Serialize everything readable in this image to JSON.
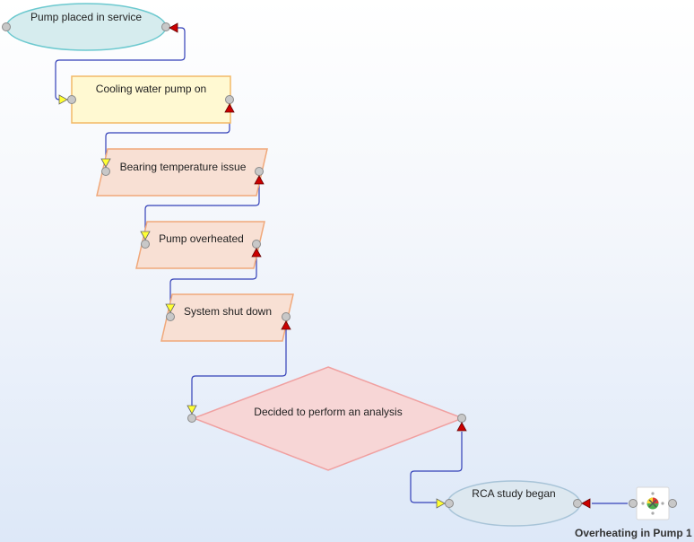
{
  "diagram": {
    "nodes": [
      {
        "id": "n1",
        "label": "Pump placed in service",
        "shape": "ellipse"
      },
      {
        "id": "n2",
        "label": "Cooling water pump on",
        "shape": "rectangle"
      },
      {
        "id": "n3",
        "label": "Bearing temperature issue",
        "shape": "parallelogram"
      },
      {
        "id": "n4",
        "label": "Pump overheated",
        "shape": "parallelogram"
      },
      {
        "id": "n5",
        "label": "System shut down",
        "shape": "parallelogram"
      },
      {
        "id": "n6",
        "label": "Decided to perform an analysis",
        "shape": "diamond"
      },
      {
        "id": "n7",
        "label": "RCA study began",
        "shape": "ellipse"
      },
      {
        "id": "n8",
        "label": "",
        "shape": "incident-icon"
      }
    ],
    "edges": [
      {
        "from": "n2",
        "to": "n1"
      },
      {
        "from": "n3",
        "to": "n2"
      },
      {
        "from": "n4",
        "to": "n3"
      },
      {
        "from": "n5",
        "to": "n4"
      },
      {
        "from": "n6",
        "to": "n5"
      },
      {
        "from": "n7",
        "to": "n6"
      },
      {
        "from": "n8",
        "to": "n7"
      }
    ],
    "caption": "Overheating in Pump 1"
  },
  "colors": {
    "ellipse_fill": "#d6ecee",
    "ellipse_stroke": "#6cc9cf",
    "rect_fill": "#fff9d2",
    "rect_stroke": "#f2b968",
    "para_fill": "#f8e0d4",
    "para_stroke": "#f0a87a",
    "diamond_fill": "#f7d6d6",
    "diamond_stroke": "#f0a0a0",
    "ellipse2_fill": "#dde8f0",
    "ellipse2_stroke": "#a8c4d8",
    "connector": "#3340b8",
    "port": "#c8c8c8",
    "arrow_in": "#ffff33",
    "arrow_out": "#cc0000"
  }
}
